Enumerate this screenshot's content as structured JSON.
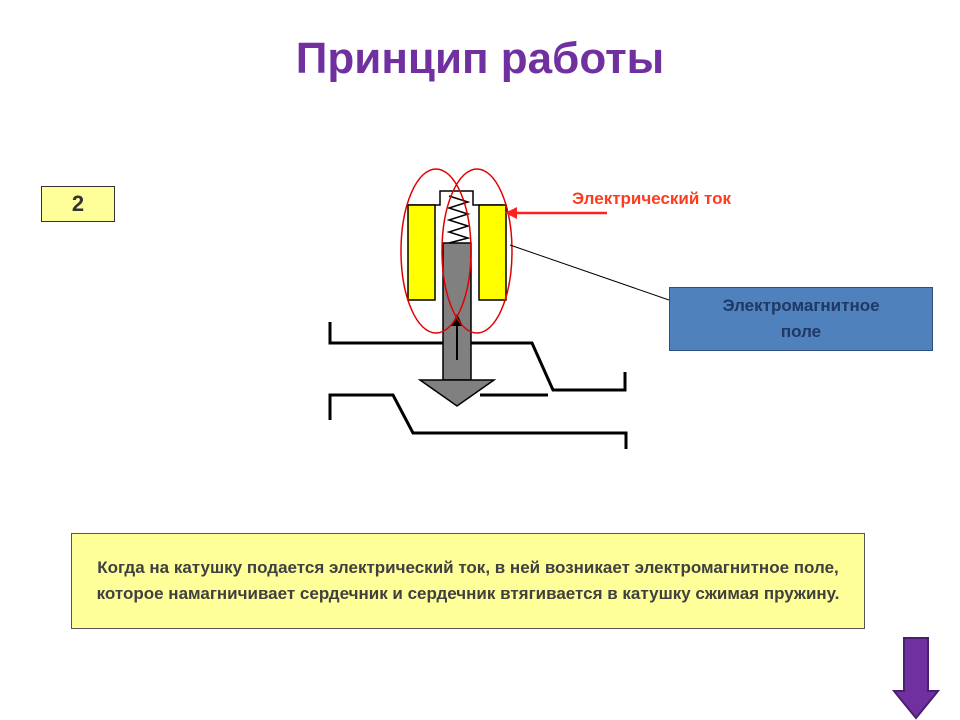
{
  "slide": {
    "title": "Принцип работы",
    "step_number": "2",
    "current_label": "Электрический ток",
    "field_label": "Электромагнитное поле",
    "description": "Когда на катушку подается электрический ток, в ней возникает электромагнитное поле, которое намагничивает сердечник и сердечник втягивается в катушку сжимая пружину."
  },
  "colors": {
    "title": "#7030a0",
    "coil": "#ffff00",
    "core": "#808080",
    "field_ellipse": "#e00000",
    "current_arrow": "#ff2020",
    "field_box": "#4f81bd",
    "description_box": "#ffff99",
    "next_arrow": "#7030a0"
  },
  "icons": {
    "next": "arrow-down-icon"
  }
}
